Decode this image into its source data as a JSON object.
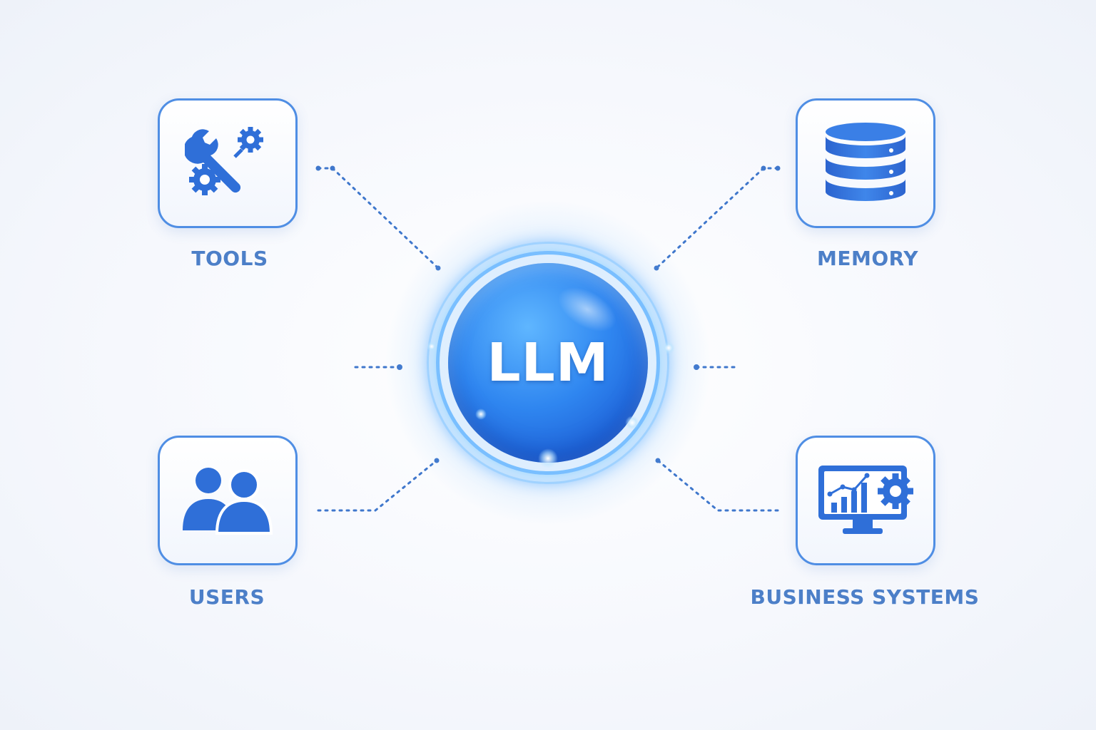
{
  "hub": {
    "label": "LLM"
  },
  "nodes": {
    "tools": {
      "label": "TOOLS",
      "icon": "wrench-gears-icon"
    },
    "memory": {
      "label": "MEMORY",
      "icon": "database-icon"
    },
    "users": {
      "label": "USERS",
      "icon": "users-icon"
    },
    "business_systems": {
      "label": "BUSINESS SYSTEMS",
      "icon": "monitor-chart-gear-icon"
    }
  },
  "colors": {
    "accent": "#3f7fe0",
    "label": "#4c7fc8",
    "hub_core": "#2f86f0",
    "background": "#f6f8fd"
  }
}
